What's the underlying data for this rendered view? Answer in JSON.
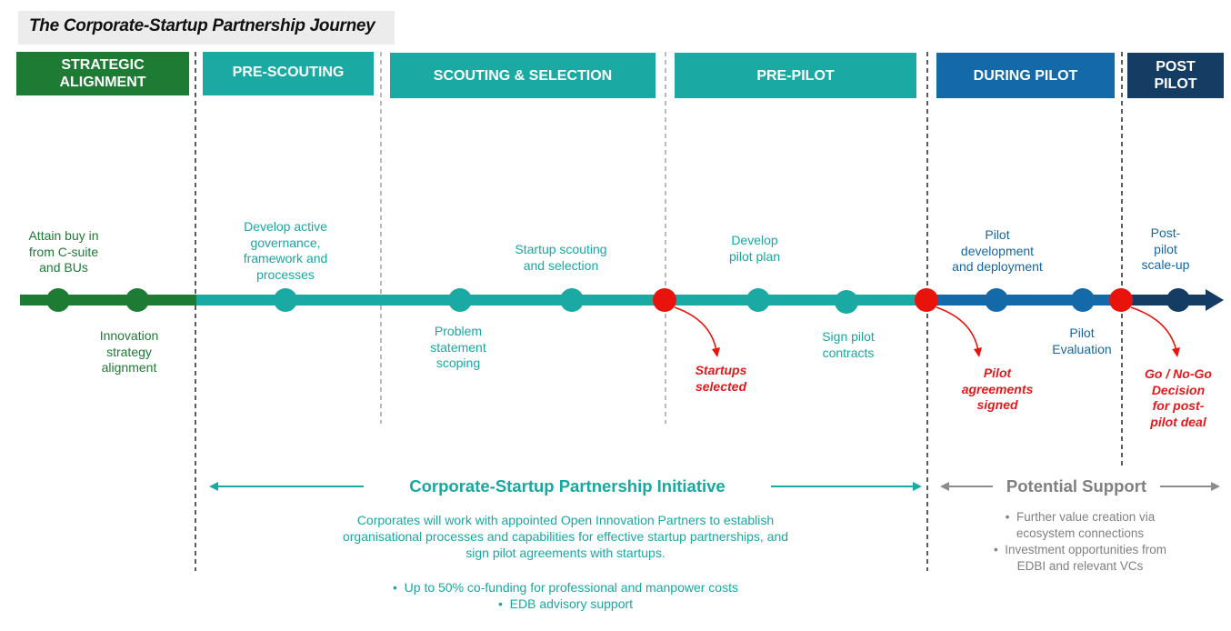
{
  "title": "The Corporate-Startup Partnership Journey",
  "phases": {
    "strategic_line1": "STRATEGIC",
    "strategic_line2": "ALIGNMENT",
    "prescouting": "PRE-SCOUTING",
    "scouting": "SCOUTING & SELECTION",
    "prepilot": "PRE-PILOT",
    "during": "DURING PILOT",
    "post_line1": "POST",
    "post_line2": "PILOT"
  },
  "milestones": {
    "buyin": [
      "Attain buy in",
      "from C-suite",
      "and BUs"
    ],
    "innovation": [
      "Innovation",
      "strategy",
      "alignment"
    ],
    "governance": [
      "Develop active",
      "governance,",
      "framework and",
      "processes"
    ],
    "problem": [
      "Problem",
      "statement",
      "scoping"
    ],
    "scouting": [
      "Startup scouting",
      "and selection"
    ],
    "pilot_plan": [
      "Develop",
      "pilot plan"
    ],
    "sign": [
      "Sign pilot",
      "contracts"
    ],
    "pilot_dev": [
      "Pilot",
      "development",
      "and deployment"
    ],
    "evaluation": [
      "Pilot",
      "Evaluation"
    ],
    "scale": [
      "Post-",
      "pilot",
      "scale-up"
    ]
  },
  "decisions": {
    "startups": [
      "Startups",
      "selected"
    ],
    "agreements": [
      "Pilot",
      "agreements",
      "signed"
    ],
    "gonogo": [
      "Go / No-Go",
      "Decision",
      "for post-",
      "pilot deal"
    ]
  },
  "initiative": {
    "title": "Corporate-Startup Partnership Initiative",
    "desc": [
      "Corporates will work with appointed Open Innovation Partners to establish",
      "organisational processes and capabilities for effective startup partnerships, and",
      "sign pilot agreements with startups."
    ],
    "bullets": [
      "Up to 50% co-funding for professional and manpower costs",
      "EDB advisory support"
    ]
  },
  "support": {
    "title": "Potential Support",
    "bullets": [
      [
        "Further value creation via",
        "ecosystem connections"
      ],
      [
        "Investment opportunities from",
        "EDBI and relevant VCs"
      ]
    ]
  },
  "colors": {
    "green": "#1e7b34",
    "teal": "#1aa9a3",
    "blue": "#1469a8",
    "navy": "#153d63",
    "red": "#e8140c",
    "grey": "#8c8c8c"
  }
}
